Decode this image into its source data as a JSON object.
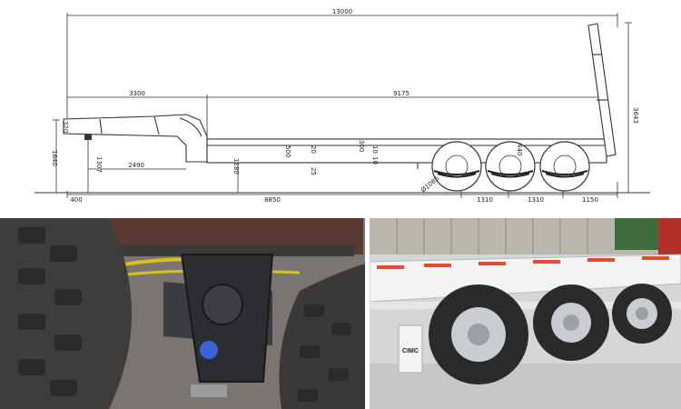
{
  "drawing": {
    "dims": {
      "overall_length": "13000",
      "gooseneck_length": "3300",
      "deck_length": "9175",
      "total_height": "3643",
      "neck_front": "320",
      "neck_height": "1640",
      "king_pin_height": "1307",
      "king_pin_offset": "2490",
      "deck_height": "1180",
      "front_overhang": "400",
      "wheelbase_main": "8850",
      "beam_500": "500",
      "beam_20a": "20",
      "beam_25": "25",
      "beam_300": "300",
      "beam_10": "10",
      "beam_10b": "10",
      "axle_440": "440",
      "tyre_size": "Ø1085",
      "axle_spacing_1": "1310",
      "axle_spacing_2": "1310",
      "rear_overhang": "1150"
    }
  },
  "photos": {
    "left": {
      "subject": "suspension hanger bracket between tyres"
    },
    "right": {
      "subject": "tri-axle trailer wheels",
      "logo": "CIMC"
    }
  },
  "colors": {
    "line": "#333333",
    "steel_white": "#f2f2f2",
    "marker_red": "#e24a32",
    "tyre": "#2a2a2a",
    "rim": "#c9cdd1"
  }
}
